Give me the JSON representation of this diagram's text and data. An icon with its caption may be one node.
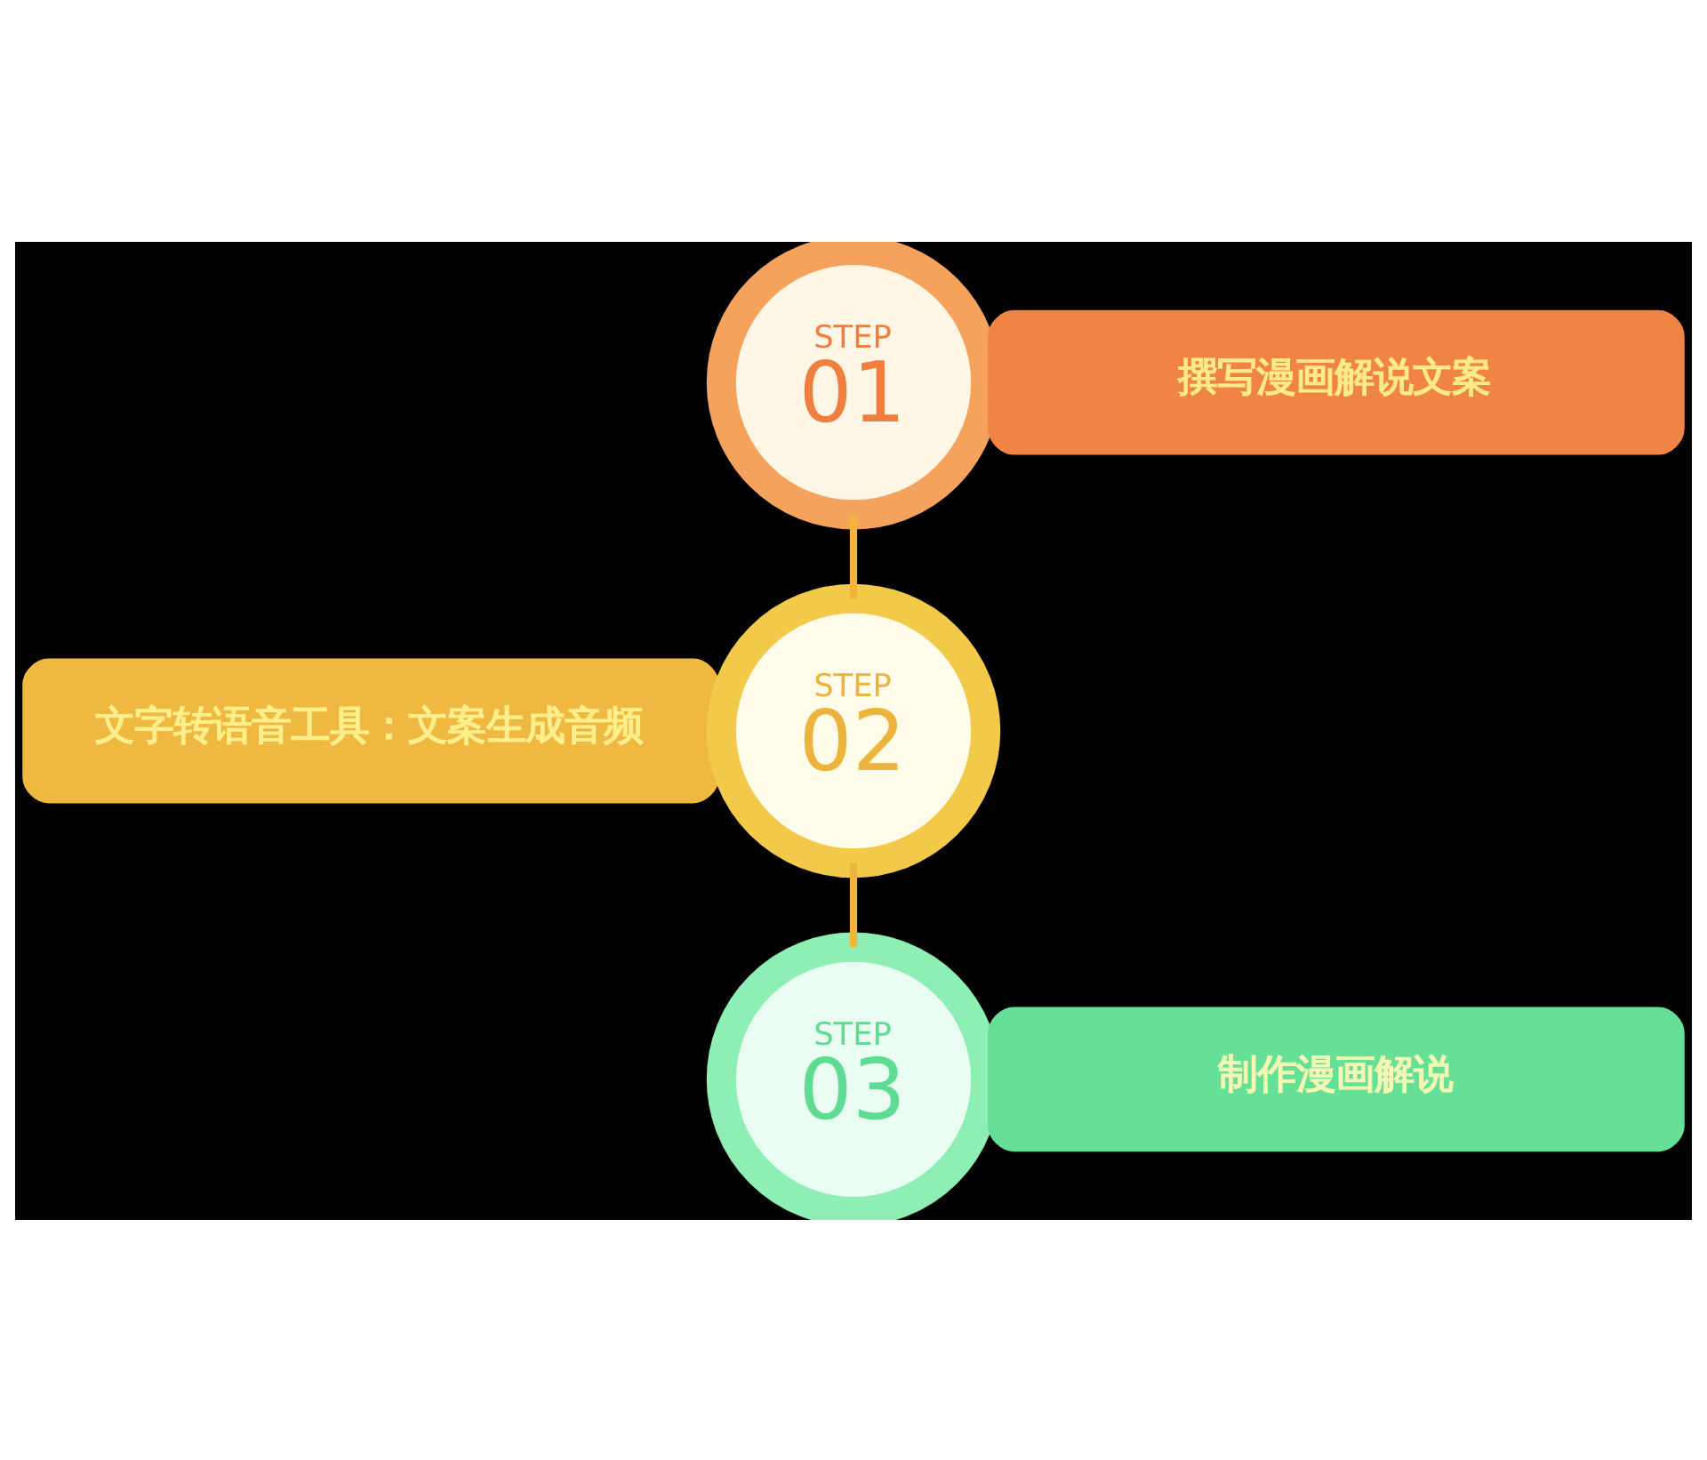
{
  "diagram": {
    "nodes": [
      {
        "text": [
          "STEP",
          "01"
        ]
      },
      {
        "text": [
          "撰写漫画解说文案"
        ]
      },
      {
        "text": [
          "STEP",
          "02"
        ]
      },
      {
        "text": [
          "文字转语音工具：文案生成音频"
        ]
      },
      {
        "text": [
          "STEP",
          "03"
        ]
      },
      {
        "text": [
          "制作漫画解说"
        ]
      }
    ],
    "edges": [
      {
        "from": 0,
        "to": 2,
        "arrow": "none"
      },
      {
        "from": 2,
        "to": 4,
        "arrow": "none"
      }
    ]
  }
}
